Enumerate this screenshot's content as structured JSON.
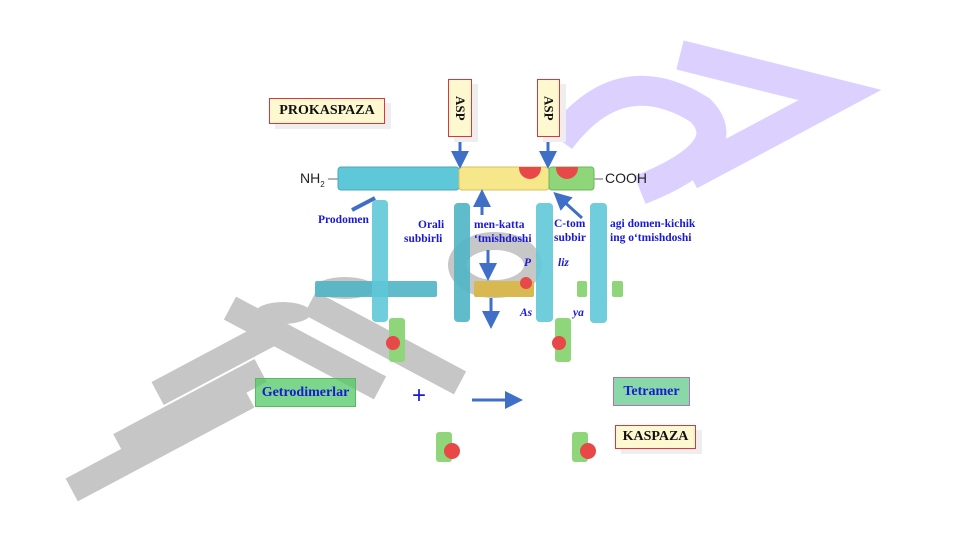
{
  "title_label": "PROKASPAZA",
  "asp_labels": [
    "ASP",
    "ASP"
  ],
  "chain": {
    "n_terminus": "NH",
    "n_subscript": "2",
    "c_terminus": "COOH"
  },
  "annotations": {
    "prodomen": "Prodomen",
    "middle_1a": "Orali",
    "middle_1b": "men-katta",
    "middle_2a": "subbirli",
    "middle_2b": "‘tmishdoshi",
    "cterm_1a": "C-tom",
    "cterm_1b": "agi domen-kichik",
    "cterm_2a": "subbir",
    "cterm_2b": "ing o‘tmishdoshi",
    "proteoliz_a": "P",
    "proteoliz_b": "liz",
    "assoc_a": "As",
    "assoc_b": "ya"
  },
  "heterodimer_label": "Getrodimerlar",
  "plus_sign": "+",
  "tetramer_label": "Tetramer",
  "result_label": "KASPAZA",
  "watermark": {
    "text_gray": "Huji",
    "text_purple": "24"
  },
  "colors": {
    "prodomain": "#5fc8d8",
    "large": "#f6e88a",
    "small": "#8fd67a",
    "site": "#e84848",
    "arrow": "#3f6fc6",
    "text_blue": "#1a1ad0"
  }
}
